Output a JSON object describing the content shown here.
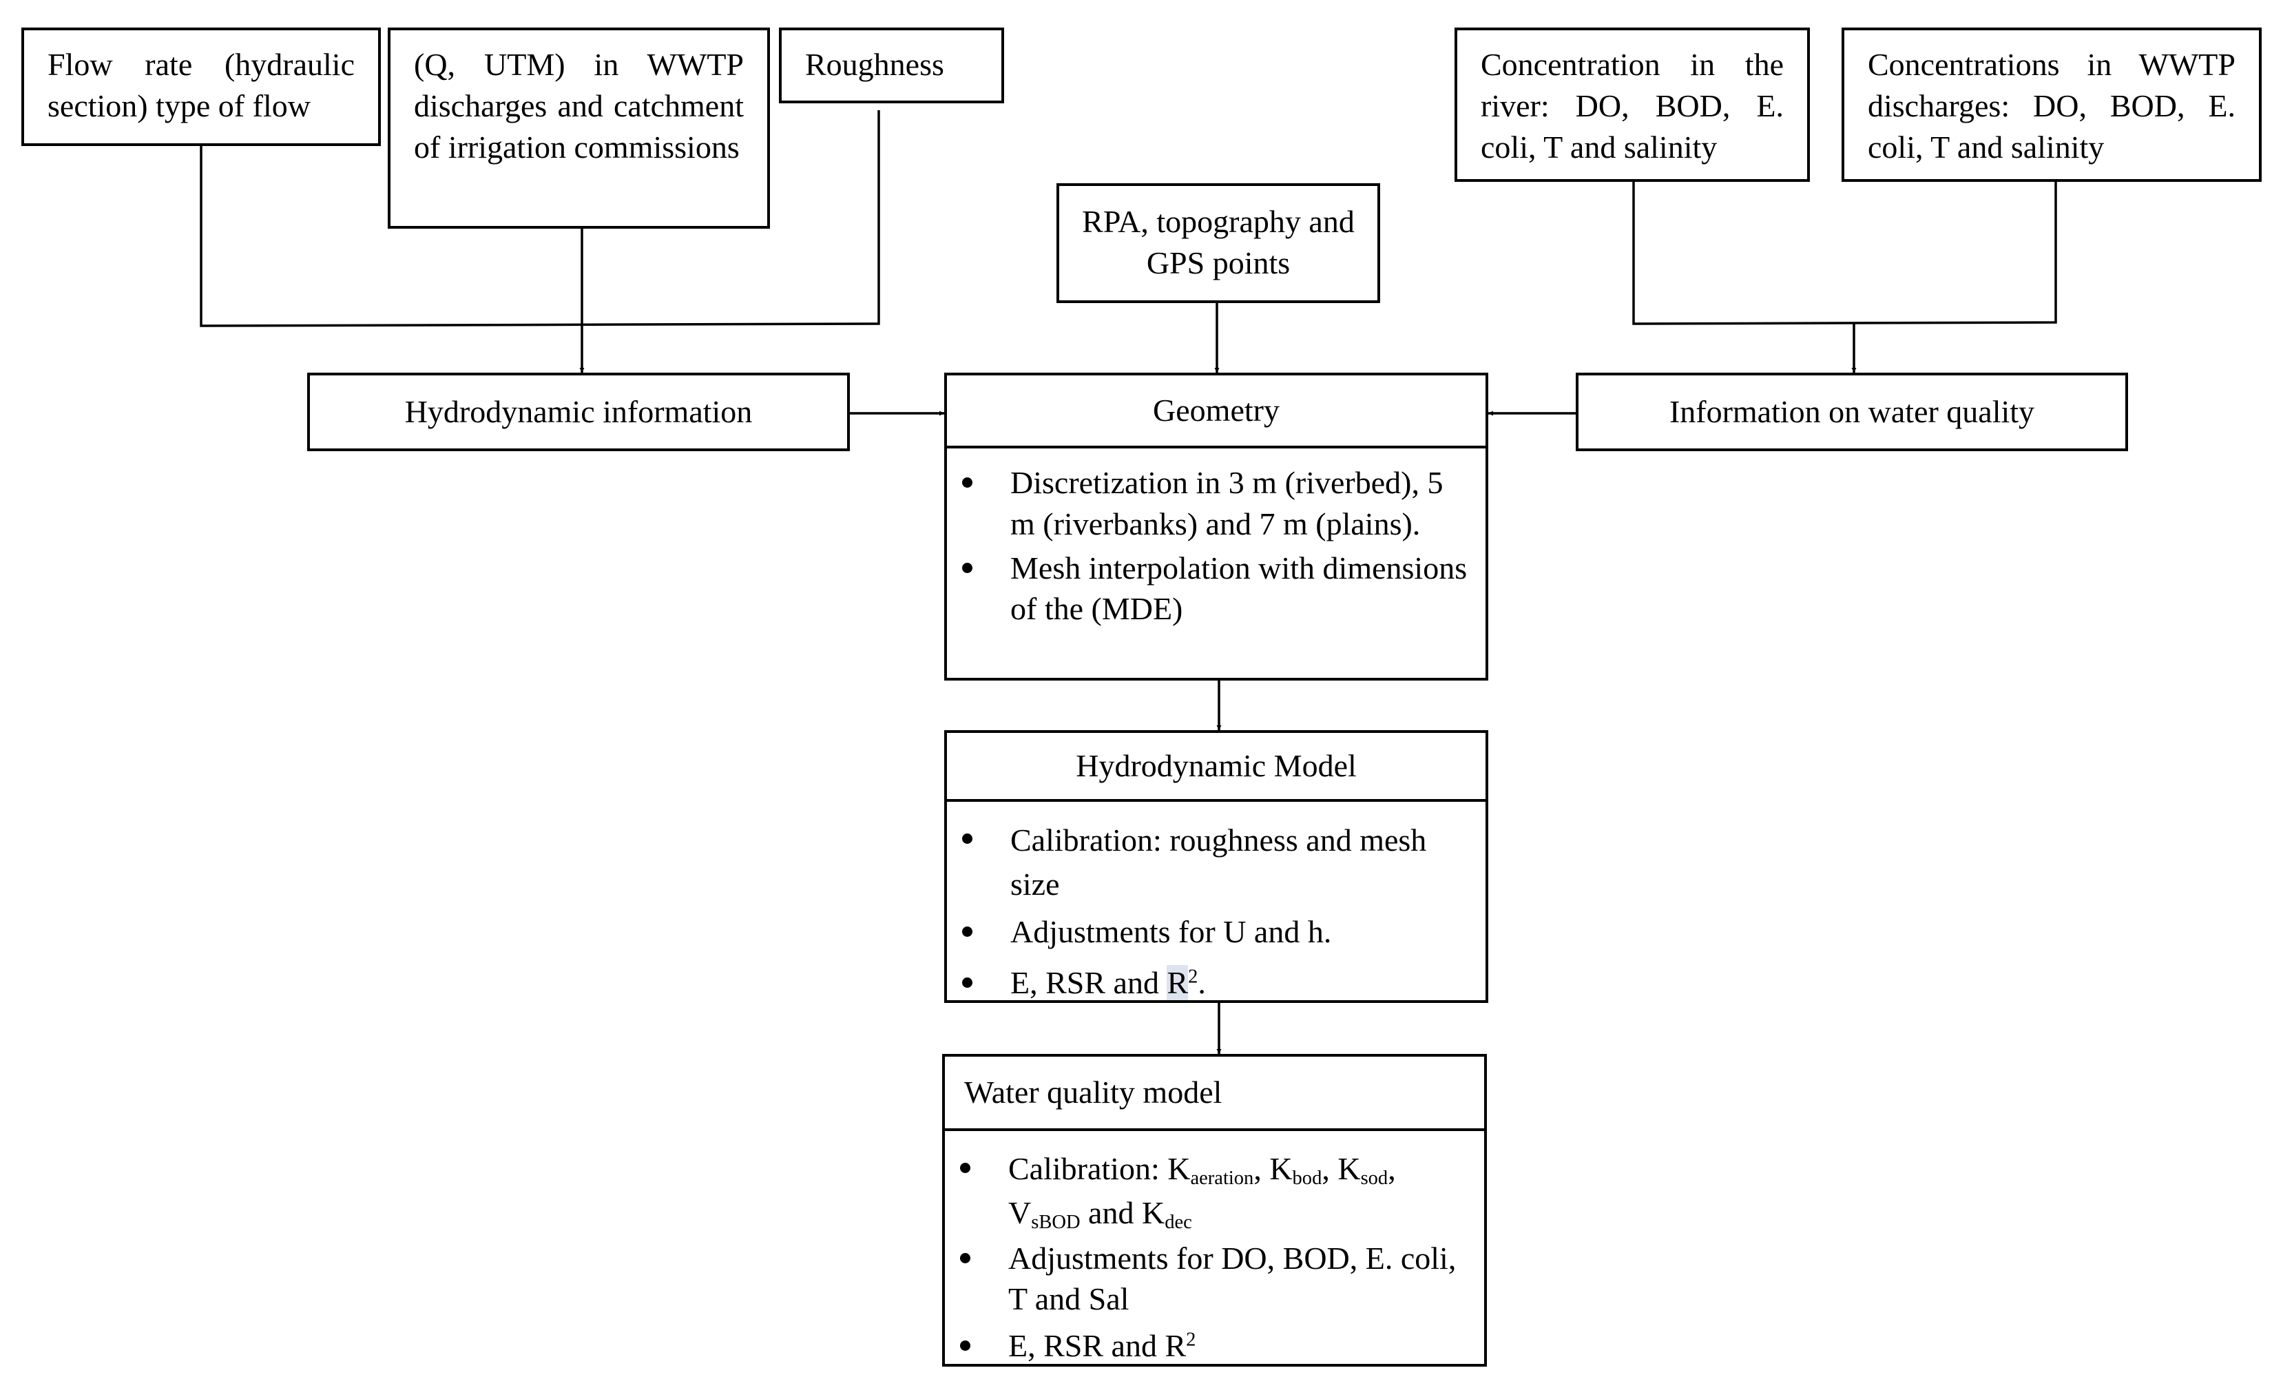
{
  "inputs": {
    "flow_rate": "Flow rate (hydraulic section) type of flow",
    "wwtp_q": "(Q, UTM) in WWTP discharges and catchment of irrigation commissions",
    "roughness": "Roughness",
    "rpa": "RPA, topography and GPS points",
    "river_conc": "Concentration in the river: DO, BOD, E. coli, T and salinity",
    "wwtp_conc": "Concentrations in WWTP discharges: DO, BOD, E. coli, T and salinity"
  },
  "hydrodynamic_info": "Hydrodynamic information",
  "water_quality_info": "Information on water quality",
  "geometry": {
    "title": "Geometry",
    "items": [
      "Discretization in 3 m (riverbed), 5 m (riverbanks) and 7 m (plains).",
      "Mesh interpolation with dimensions of the (MDE)"
    ]
  },
  "hydro_model": {
    "title": "Hydrodynamic Model",
    "item1": "Calibration: roughness and mesh size",
    "item2": "Adjustments for U and h.",
    "item3_prefix": "E, RSR and ",
    "item3_r": "R",
    "item3_sup": "2",
    "item3_suffix": "."
  },
  "wq_model": {
    "title": "Water quality model",
    "cal_prefix": "Calibration: ",
    "k": "K",
    "aeration": "aeration",
    "bod": "bod",
    "sod": "sod",
    "v": "V",
    "sbod": "sBOD",
    "dec": "dec",
    "comma": ", ",
    "and": " and ",
    "item2": "Adjustments for DO, BOD, E. coli, T and Sal",
    "item3_prefix": "E, RSR and R",
    "item3_sup": "2"
  }
}
